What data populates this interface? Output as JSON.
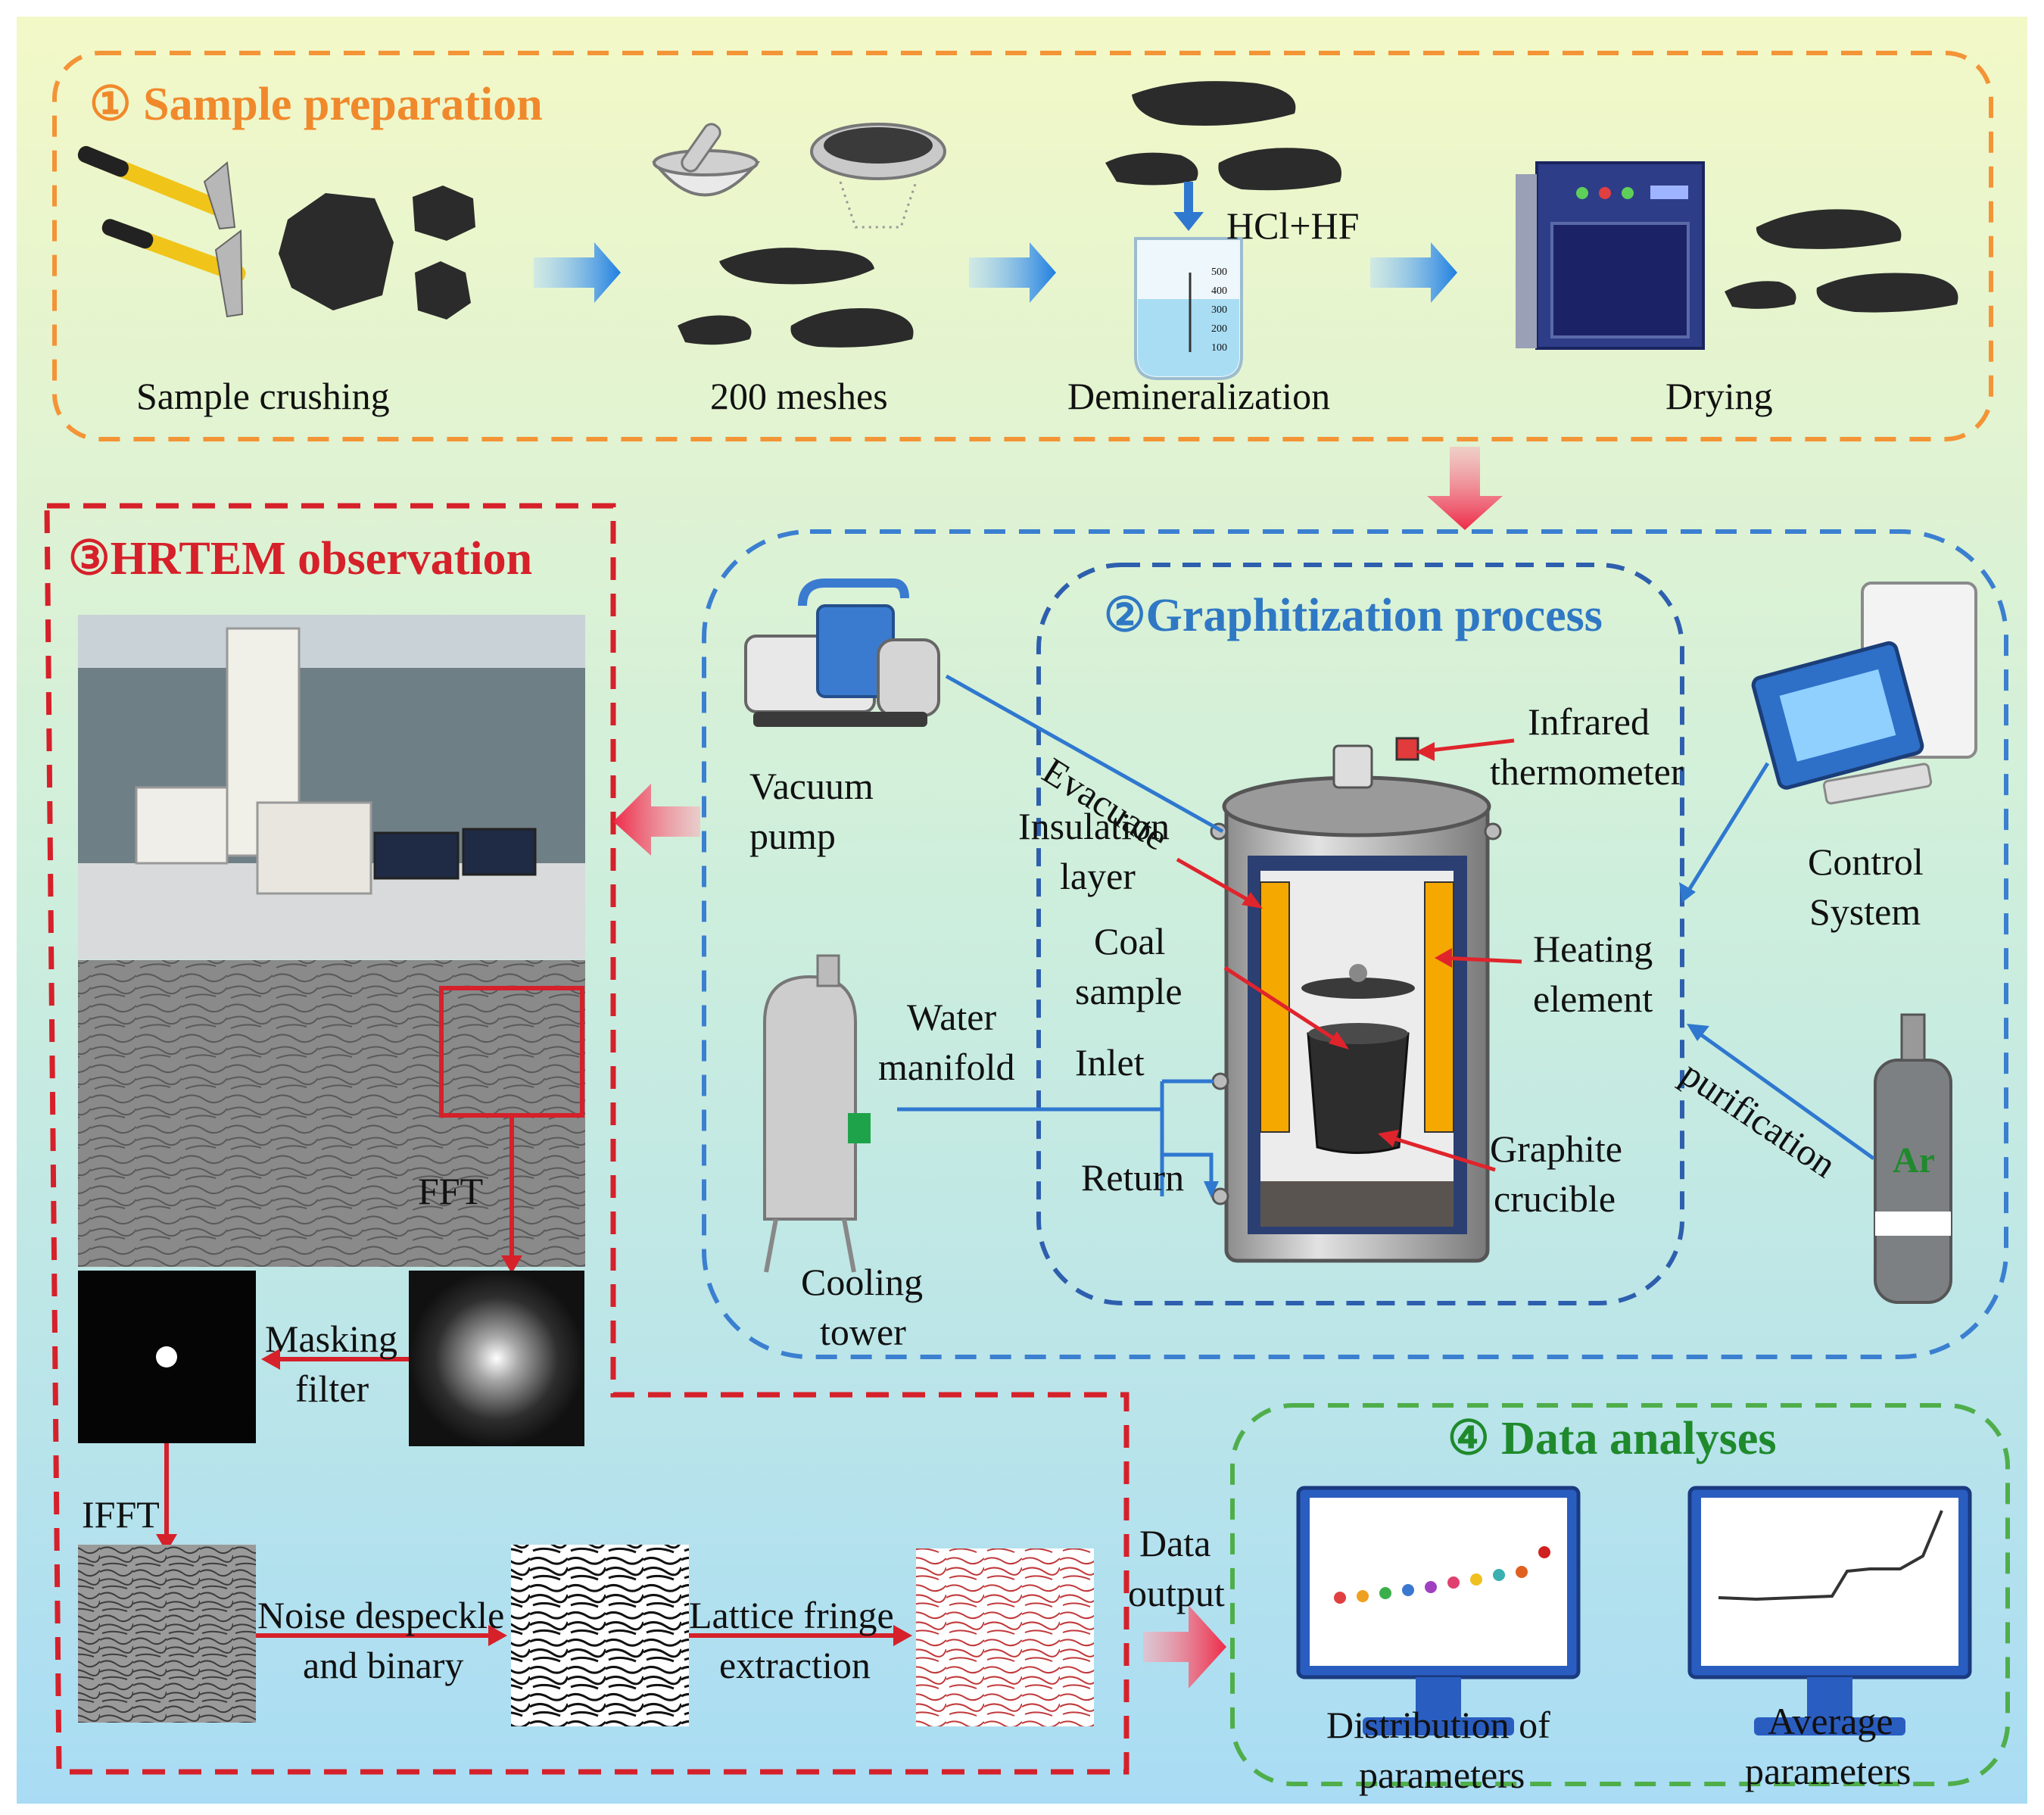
{
  "colors": {
    "orange": "#f39436",
    "blue": "#3b7fd0",
    "red": "#d6202a",
    "green": "#4fae4a",
    "arrow_pink": "#f0425a",
    "arrow_blue": "#2f8ae0"
  },
  "sections": {
    "prep": {
      "title": "① Sample preparation",
      "steps": [
        "Sample crushing",
        "200 meshes",
        "Demineralization",
        "Drying"
      ],
      "reagent": "HCl+HF",
      "beaker_marks": [
        "500",
        "400",
        "300",
        "200",
        "100"
      ]
    },
    "graph": {
      "title": "②Graphitization process",
      "vacuum_pump": [
        "Vacuum",
        "pump"
      ],
      "evacuate": "Evacuate",
      "infrared": [
        "Infrared",
        "thermometer"
      ],
      "insulation": [
        "Insulation",
        "layer"
      ],
      "coal": [
        "Coal",
        "sample"
      ],
      "heating": [
        "Heating",
        "element"
      ],
      "control": [
        "Control",
        "System"
      ],
      "water_manifold": [
        "Water",
        "manifold"
      ],
      "inlet": "Inlet",
      "return": "Return",
      "graphite": [
        "Graphite",
        "crucible"
      ],
      "purification": "purification",
      "ar": "Ar",
      "cooling": [
        "Cooling",
        "tower"
      ]
    },
    "hrtem": {
      "title": "③HRTEM observation",
      "fft": "FFT",
      "masking": [
        "Masking",
        "filter"
      ],
      "ifft": "IFFT",
      "noise": [
        "Noise despeckle",
        "and binary"
      ],
      "lattice": [
        "Lattice fringe",
        "extraction"
      ],
      "data_output": [
        "Data",
        "output"
      ]
    },
    "data": {
      "title": "④ Data analyses",
      "dist": [
        "Distribution of",
        "parameters"
      ],
      "avg": [
        "Average",
        "parameters"
      ]
    }
  }
}
